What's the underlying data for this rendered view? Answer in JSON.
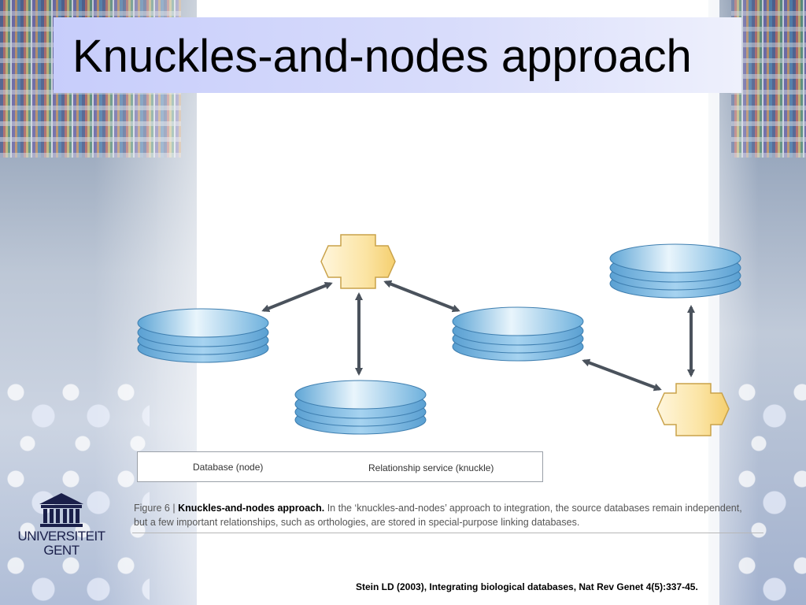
{
  "slide": {
    "title": "Knuckles-and-nodes approach",
    "citation": "Stein LD (2003), Integrating biological databases, Nat Rev Genet 4(5):337-45."
  },
  "legend": {
    "database": "Database (node)",
    "service": "Relationship service (knuckle)"
  },
  "caption": {
    "figure": "Figure 6 |",
    "bold": "Knuckles-and-nodes approach.",
    "text": "In the ‘knuckles-and-nodes’ approach to integration, the source databases remain independent, but a few important relationships, such as orthologies, are stored in special-purpose linking databases."
  },
  "logo": {
    "line1": "UNIVERSITEIT",
    "line2": "GENT"
  },
  "colors": {
    "database": "#8ec5ea",
    "knuckle": "#fbe4a4",
    "arrow": "#4a525c"
  },
  "diagram": {
    "nodes": [
      {
        "id": "db-left",
        "type": "database"
      },
      {
        "id": "db-bottom",
        "type": "database"
      },
      {
        "id": "db-center-right",
        "type": "database"
      },
      {
        "id": "db-top-right",
        "type": "database"
      },
      {
        "id": "knuckle-top",
        "type": "knuckle"
      },
      {
        "id": "knuckle-bottom-right",
        "type": "knuckle"
      }
    ],
    "edges": [
      {
        "from": "knuckle-top",
        "to": "db-left"
      },
      {
        "from": "knuckle-top",
        "to": "db-bottom"
      },
      {
        "from": "knuckle-top",
        "to": "db-center-right"
      },
      {
        "from": "knuckle-bottom-right",
        "to": "db-center-right"
      },
      {
        "from": "knuckle-bottom-right",
        "to": "db-top-right"
      }
    ]
  }
}
